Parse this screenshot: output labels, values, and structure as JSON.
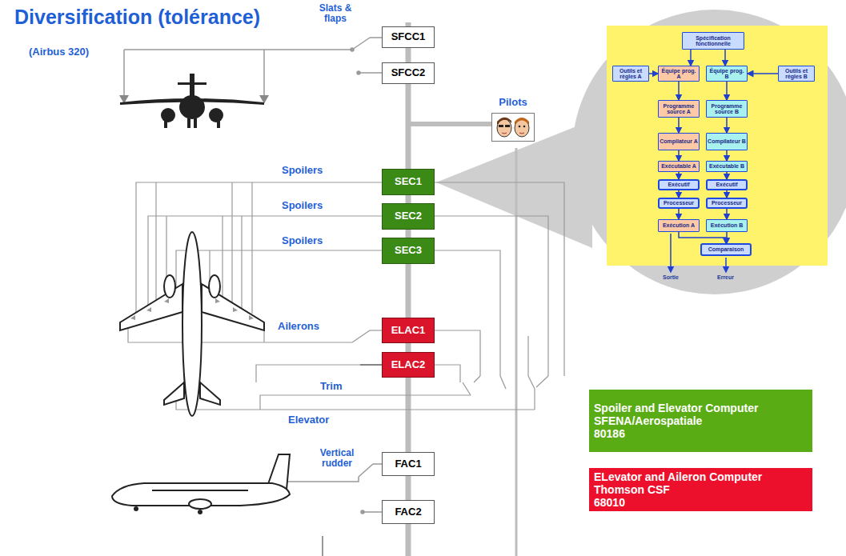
{
  "diagram": {
    "title": "Diversification (tolérance)",
    "nodes": [
      {
        "text": [
          "SFCC1"
        ]
      },
      {
        "text": [
          "SFCC2"
        ]
      },
      {
        "text": [
          "Pilots"
        ]
      },
      {
        "text": [
          "Spécification fonctionnelle"
        ]
      },
      {
        "text": [
          "Outils et règles A"
        ]
      },
      {
        "text": [
          "Équipe prog. A"
        ]
      },
      {
        "text": [
          "Équipe prog. B"
        ]
      },
      {
        "text": [
          "Outils et règles B"
        ]
      },
      {
        "text": [
          "Programme source A"
        ]
      },
      {
        "text": [
          "Programme source B"
        ]
      },
      {
        "text": [
          "Compilateur A"
        ]
      },
      {
        "text": [
          "Compilateur B"
        ]
      },
      {
        "text": [
          "Exécutable A"
        ]
      },
      {
        "text": [
          "Exécutable B"
        ]
      },
      {
        "text": [
          "Exécutif"
        ]
      },
      {
        "text": [
          "Exécutif"
        ]
      },
      {
        "text": [
          "Processeur"
        ]
      },
      {
        "text": [
          "Processeur"
        ]
      },
      {
        "text": [
          "Exécution A"
        ]
      },
      {
        "text": [
          "Exécution B"
        ]
      },
      {
        "text": [
          "Comparaison"
        ]
      },
      {
        "text": [
          "SEC1"
        ]
      },
      {
        "text": [
          "SEC2"
        ]
      },
      {
        "text": [
          "SEC3"
        ]
      },
      {
        "text": [
          "ELAC1"
        ]
      },
      {
        "text": [
          "ELAC2"
        ]
      },
      {
        "text": [
          "Spoiler and Elevator Computer",
          "SFENA/Aerospatiale",
          "80186"
        ]
      },
      {
        "text": [
          "ELevator and Aileron Computer",
          "Thomson CSF",
          "68010"
        ]
      },
      {
        "text": [
          "FAC1"
        ]
      },
      {
        "text": [
          "FAC2"
        ]
      }
    ],
    "edges": [
      {
        "from": 3,
        "to": 5,
        "arrow": "to"
      },
      {
        "from": 3,
        "to": 6,
        "arrow": "to"
      },
      {
        "from": 4,
        "to": 5,
        "arrow": "to"
      },
      {
        "from": 7,
        "to": 6,
        "arrow": "to"
      },
      {
        "from": 5,
        "to": 8,
        "arrow": "to"
      },
      {
        "from": 6,
        "to": 9,
        "arrow": "to"
      },
      {
        "from": 8,
        "to": 10,
        "arrow": "to"
      },
      {
        "from": 9,
        "to": 11,
        "arrow": "to"
      },
      {
        "from": 10,
        "to": 12,
        "arrow": "to"
      },
      {
        "from": 11,
        "to": 13,
        "arrow": "to"
      },
      {
        "from": 12,
        "to": 14,
        "arrow": "to"
      },
      {
        "from": 13,
        "to": 15,
        "arrow": "to"
      },
      {
        "from": 14,
        "to": 16,
        "arrow": "to"
      },
      {
        "from": 15,
        "to": 17,
        "arrow": "to"
      },
      {
        "from": 16,
        "to": 18,
        "arrow": "to"
      },
      {
        "from": 17,
        "to": 19,
        "arrow": "to"
      },
      {
        "from": 18,
        "to": 20,
        "arrow": "to"
      },
      {
        "from": 19,
        "to": 20,
        "arrow": "to"
      }
    ],
    "labels": [
      "(Airbus 320)",
      "Slats & flaps",
      "Spoilers",
      "Spoilers",
      "Spoilers",
      "Ailerons",
      "Trim",
      "Elevator",
      "Vertical rudder",
      "Sortie",
      "Erreur"
    ]
  }
}
